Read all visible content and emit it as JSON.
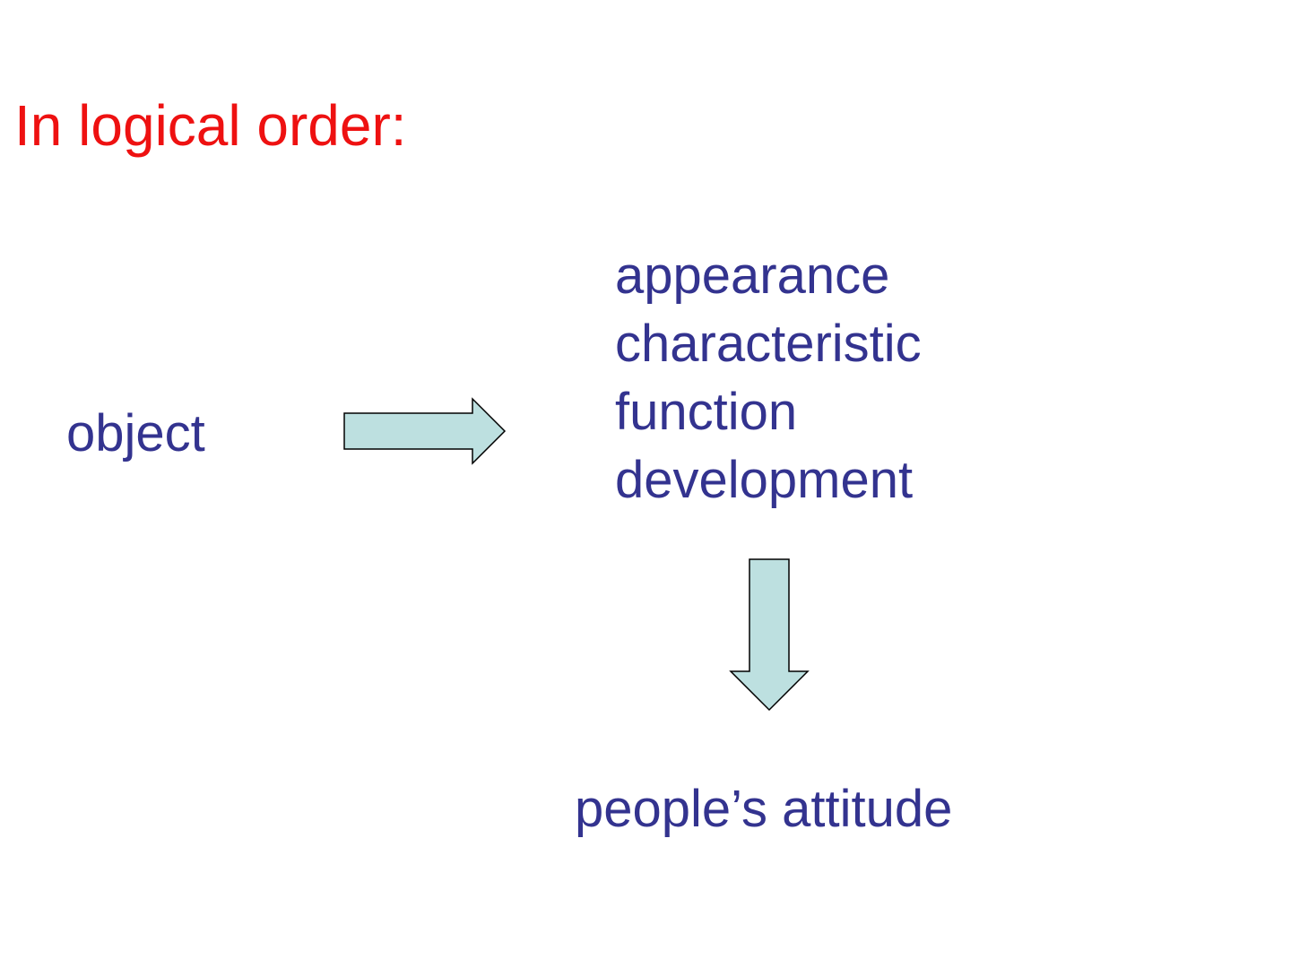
{
  "slide": {
    "title": "In logical order:",
    "object_label": "object",
    "aspects": [
      "appearance",
      "characteristic",
      "function",
      "development"
    ],
    "result_label": "people’s attitude"
  },
  "colors": {
    "title": "#ee1111",
    "text": "#33338f",
    "arrow_fill": "#bde0e0",
    "arrow_stroke": "#000000",
    "background": "#ffffff"
  },
  "icons": {
    "right_arrow": "arrow-right-icon",
    "down_arrow": "arrow-down-icon"
  }
}
